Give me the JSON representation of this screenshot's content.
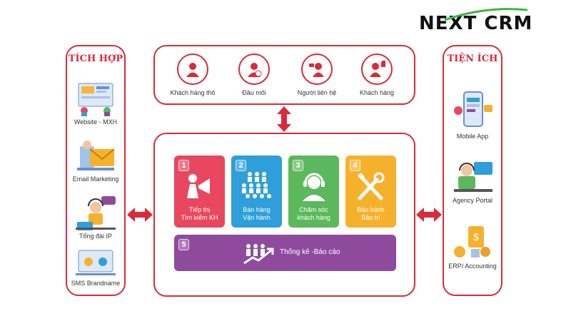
{
  "logo": {
    "text_next": "NE",
    "text_x": "X",
    "text_t": "T",
    "text_crm": "CRM",
    "accent": "#3bb54a"
  },
  "colors": {
    "primary": "#d92b3a",
    "tile1": "#e8475f",
    "tile2": "#2e9fd9",
    "tile3": "#5cb85c",
    "tile4": "#f6b12c",
    "tile5": "#8e4b9e"
  },
  "left_panel": {
    "title": "TÍCH HỢP",
    "items": [
      {
        "label": "Website - MXH",
        "icon": "website-illustration"
      },
      {
        "label": "Email Marketing",
        "icon": "email-illustration"
      },
      {
        "label": "Tổng đài IP",
        "icon": "call-center-illustration"
      },
      {
        "label": "SMS Brandname",
        "icon": "sms-illustration"
      }
    ]
  },
  "right_panel": {
    "title": "TIỆN ÍCH",
    "items": [
      {
        "label": "Mobile App",
        "icon": "mobile-app-illustration"
      },
      {
        "label": "Agency Portal",
        "icon": "agency-portal-illustration"
      },
      {
        "label": "ERP/ Accounting",
        "icon": "erp-accounting-illustration"
      }
    ]
  },
  "top_panel": {
    "items": [
      {
        "label": "Khách hàng thô",
        "icon": "raw-customer-icon"
      },
      {
        "label": "Đầu mối",
        "icon": "lead-icon"
      },
      {
        "label": "Người liên hệ",
        "icon": "contact-person-icon"
      },
      {
        "label": "Khách hàng",
        "icon": "customer-icon"
      }
    ]
  },
  "center_panel": {
    "tiles": [
      {
        "number": "1",
        "line1": "Tiếp thị",
        "line2": "Tìm kiếm KH",
        "icon": "megaphone-icon"
      },
      {
        "number": "2",
        "line1": "Bán hàng",
        "line2": "Vận hành",
        "icon": "team-icon"
      },
      {
        "number": "3",
        "line1": "Chăm sóc",
        "line2": "khách hàng",
        "icon": "headset-icon"
      },
      {
        "number": "4",
        "line1": "Bảo hành",
        "line2": "Bảo trì",
        "icon": "tools-icon"
      },
      {
        "number": "5",
        "line1": "Thống kê -Báo cáo",
        "line2": "",
        "icon": "growth-chart-icon"
      }
    ]
  }
}
